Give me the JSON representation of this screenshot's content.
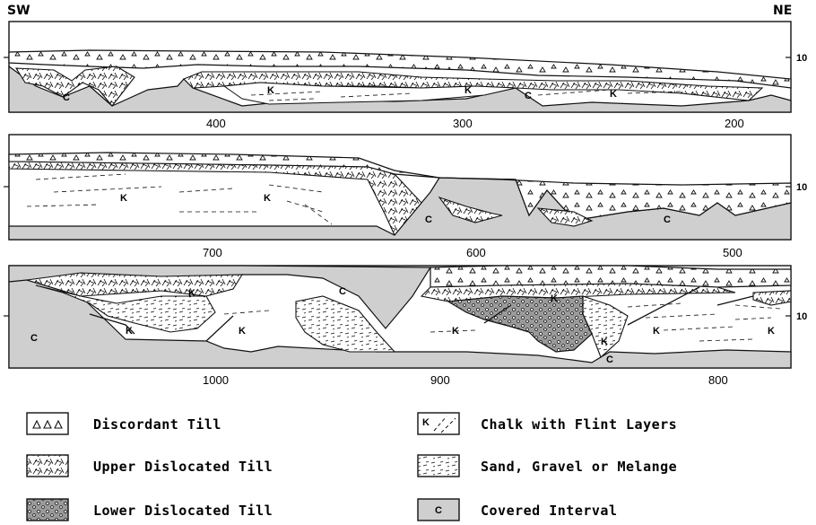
{
  "orientation": {
    "left": "SW",
    "right": "NE"
  },
  "panels": [
    {
      "depth_tick": "10",
      "distance_ticks": [
        "400",
        "300",
        "200"
      ]
    },
    {
      "depth_tick": "10",
      "distance_ticks": [
        "700",
        "600",
        "500"
      ]
    },
    {
      "depth_tick": "10",
      "distance_ticks": [
        "1000",
        "900",
        "800"
      ]
    }
  ],
  "unit_letters": {
    "chalk": "K",
    "covered": "C"
  },
  "legend": [
    {
      "id": "discordant-till",
      "label": "Discordant Till"
    },
    {
      "id": "upper-dislocated-till",
      "label": "Upper Dislocated Till"
    },
    {
      "id": "lower-dislocated-till",
      "label": "Lower Dislocated Till"
    },
    {
      "id": "chalk",
      "label": "Chalk with Flint Layers"
    },
    {
      "id": "sand-gravel-melange",
      "label": "Sand, Gravel or Melange"
    },
    {
      "id": "covered-interval",
      "label": "Covered Interval"
    }
  ],
  "colors": {
    "covered": "#cfcfcf",
    "lower_till": "#9a9a9a",
    "line": "#111111",
    "paper": "#ffffff"
  }
}
